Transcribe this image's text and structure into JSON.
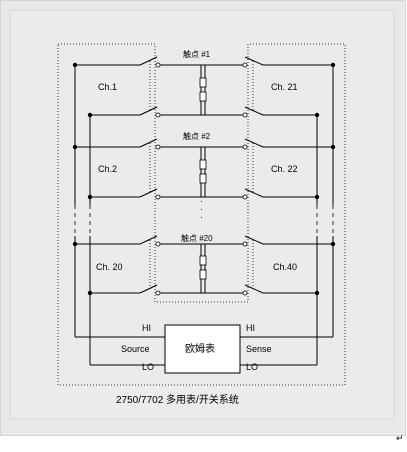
{
  "diagram": {
    "contacts": [
      "触点 #1",
      "触点 #2",
      "触点 #20"
    ],
    "left_channels": [
      "Ch.1",
      "Ch.2",
      "Ch. 20"
    ],
    "right_channels": [
      "Ch. 21",
      "Ch. 22",
      "Ch.40"
    ],
    "ellipsis": "·",
    "meter": {
      "label": "欧姆表",
      "left_hi": "HI",
      "left_source": "Source",
      "left_lo": "LO",
      "right_hi": "HI",
      "right_sense": "Sense",
      "right_lo": "LO"
    },
    "caption": "2750/7702 多用表/开关系统",
    "return_mark": "↵",
    "colors": {
      "frame": "#e9e9e9",
      "panel": "#ebebeb",
      "line": "#000000"
    }
  }
}
